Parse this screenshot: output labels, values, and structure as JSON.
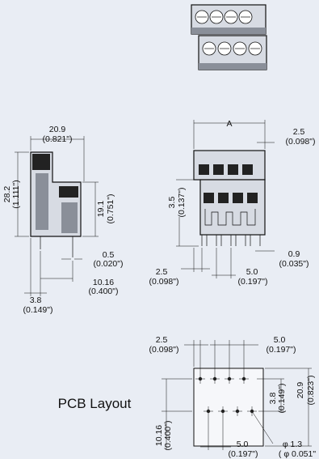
{
  "side_view": {
    "width_mm": "20.9",
    "width_in": "(0.821\")",
    "height_mm": "28.2",
    "height_in": "(1.111\")",
    "mid_height_mm": "19.1",
    "mid_height_in": "(0.751\")",
    "pin_offset_mm": "0.5",
    "pin_offset_in": "(0.020\")",
    "pin_span_mm": "10.16",
    "pin_span_in": "(0.400\")",
    "left_offset_mm": "3.8",
    "left_offset_in": "(0.149\")"
  },
  "front_view": {
    "dim_a": "A",
    "side_gap_mm": "2.5",
    "side_gap_in": "(0.098\")",
    "pin_height_mm": "3.5",
    "pin_height_in": "(0.137\")",
    "pin_width_mm": "0.9",
    "pin_width_in": "(0.035\")",
    "edge_mm": "2.5",
    "edge_in": "(0.098\")",
    "pitch_mm": "5.0",
    "pitch_in": "(0.197\")"
  },
  "pcb_layout": {
    "title": "PCB Layout",
    "top_edge_mm": "2.5",
    "top_edge_in": "(0.098\")",
    "top_pitch_mm": "5.0",
    "top_pitch_in": "(0.197\")",
    "row_gap_mm": "3.8",
    "row_gap_in": "(0.149\")",
    "height_mm": "20.9",
    "height_in": "(0.823\")",
    "left_mm": "10.16",
    "left_in": "(0.400\")",
    "bottom_pitch_mm": "5.0",
    "bottom_pitch_in": "(0.197\")",
    "hole_dia_mm": "φ 1.3",
    "hole_dia_in": "( φ 0.051\""
  }
}
